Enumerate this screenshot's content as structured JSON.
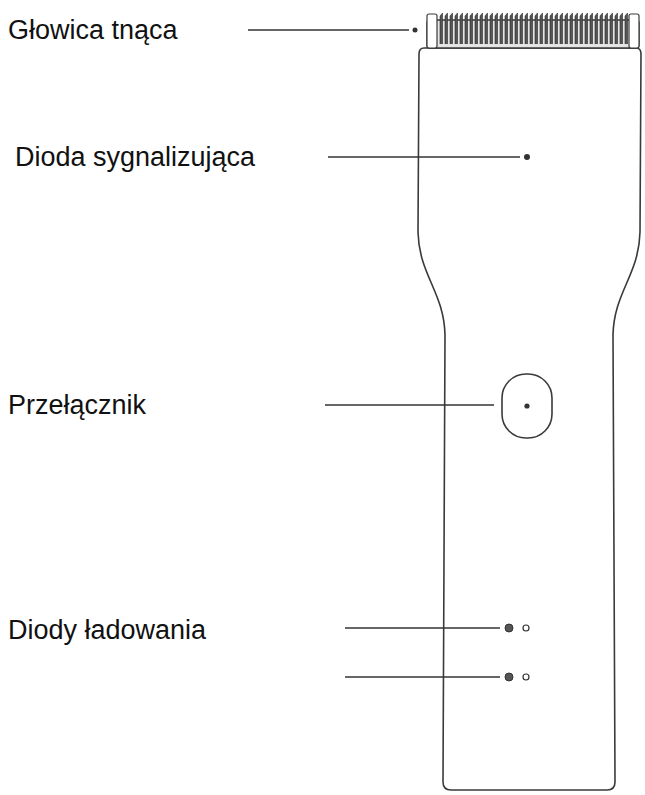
{
  "diagram": {
    "labels": [
      "Głowica tnąca",
      "Dioda sygnalizująca",
      "Przełącznik",
      "Diody ładowania"
    ]
  }
}
